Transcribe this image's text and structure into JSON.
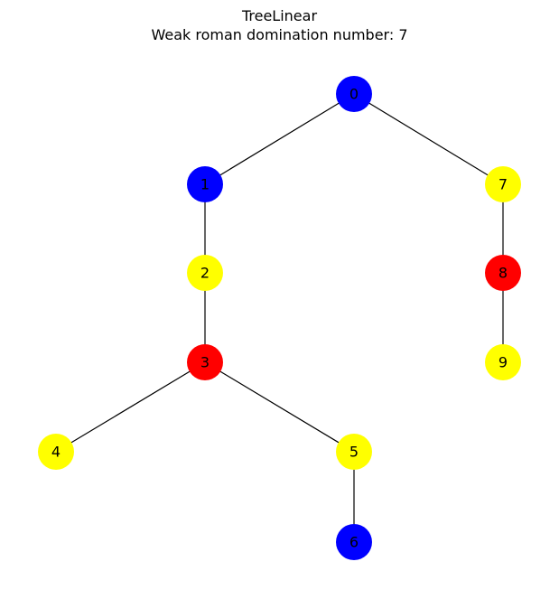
{
  "title": "TreeLinear",
  "subtitle": "Weak roman domination number: 7",
  "colors": {
    "blue": "#0000ff",
    "yellow": "#ffff00",
    "red": "#ff0000",
    "edge": "#000000"
  },
  "graph": {
    "nodes": [
      {
        "id": "0",
        "color": "blue"
      },
      {
        "id": "1",
        "color": "blue"
      },
      {
        "id": "2",
        "color": "yellow"
      },
      {
        "id": "3",
        "color": "red"
      },
      {
        "id": "4",
        "color": "yellow"
      },
      {
        "id": "5",
        "color": "yellow"
      },
      {
        "id": "6",
        "color": "blue"
      },
      {
        "id": "7",
        "color": "yellow"
      },
      {
        "id": "8",
        "color": "red"
      },
      {
        "id": "9",
        "color": "yellow"
      }
    ],
    "edges": [
      [
        "0",
        "1"
      ],
      [
        "0",
        "7"
      ],
      [
        "1",
        "2"
      ],
      [
        "2",
        "3"
      ],
      [
        "3",
        "4"
      ],
      [
        "3",
        "5"
      ],
      [
        "5",
        "6"
      ],
      [
        "7",
        "8"
      ],
      [
        "8",
        "9"
      ]
    ]
  }
}
